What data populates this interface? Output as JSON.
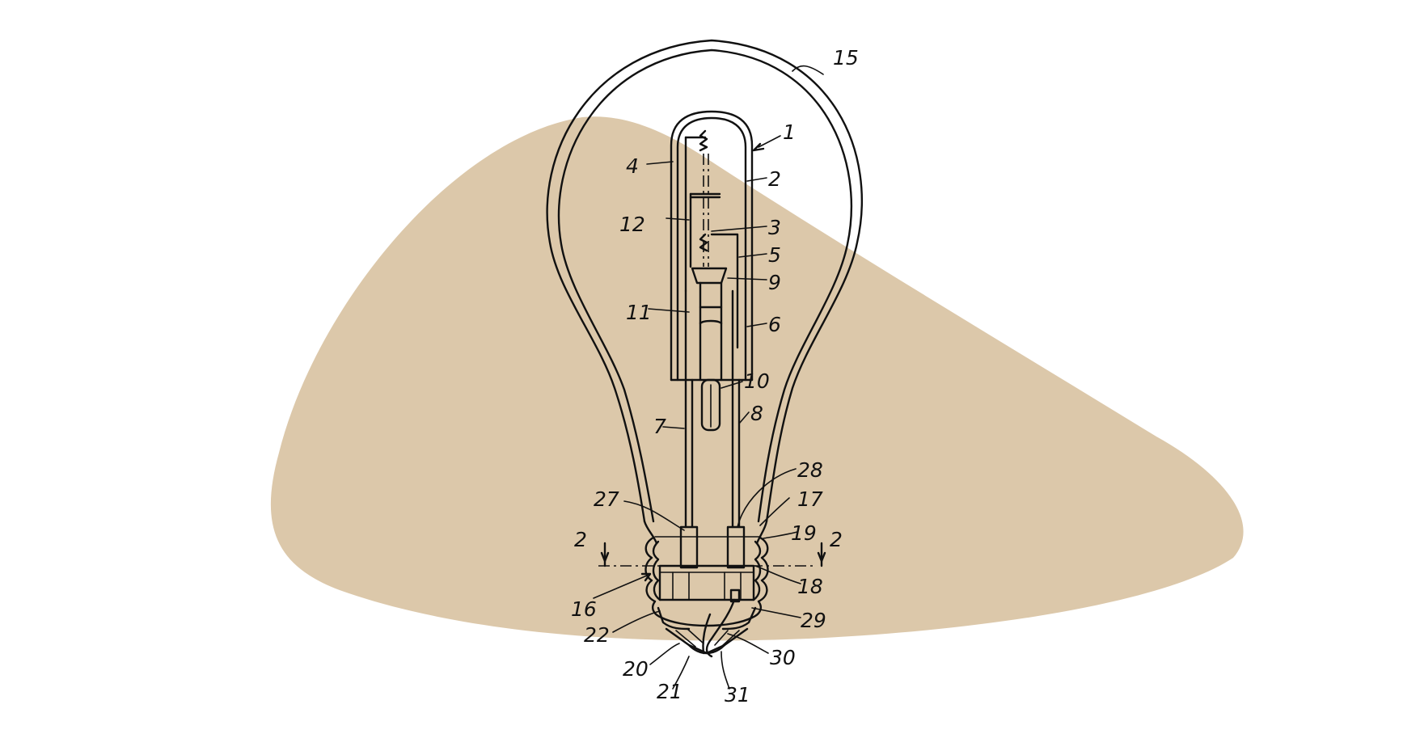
{
  "colors": {
    "background": "#ffffff",
    "blob": "#dcc8aa",
    "ink": "#111111"
  },
  "labels": {
    "l15": "15",
    "l1": "1",
    "l2": "2",
    "l3": "3",
    "l4": "4",
    "l5": "5",
    "l6": "6",
    "l7": "7",
    "l8": "8",
    "l9": "9",
    "l10": "10",
    "l11": "11",
    "l12": "12",
    "l16": "16",
    "l17": "17",
    "l18": "18",
    "l19": "19",
    "l20": "20",
    "l21": "21",
    "l22": "22",
    "l27": "27",
    "l28": "28",
    "l29": "29",
    "l30": "30",
    "l31": "31",
    "sec_left": "2",
    "sec_right": "2"
  }
}
